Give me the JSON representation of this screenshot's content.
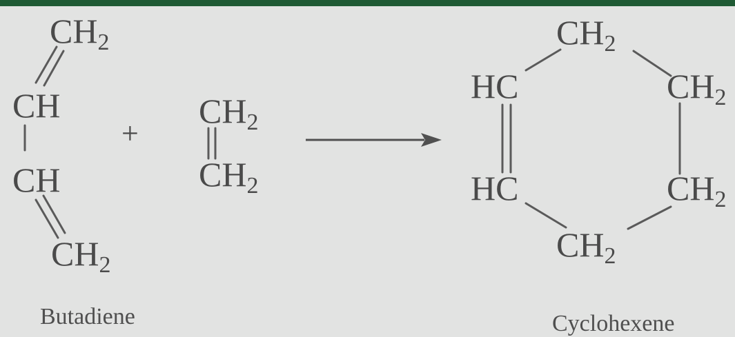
{
  "reaction": {
    "operator": "+",
    "reactant_1": {
      "atoms": [
        "CH",
        "CH",
        "CH",
        "CH"
      ],
      "subscripts": [
        "2",
        "2"
      ],
      "caption": "Butadiene"
    },
    "reactant_2": {
      "atoms": [
        "CH",
        "CH"
      ],
      "subscripts": [
        "2",
        "2"
      ]
    },
    "product": {
      "atoms": [
        "CH",
        "HC",
        "CH",
        "HC",
        "CH",
        "CH"
      ],
      "subscripts": [
        "2",
        "2",
        "2",
        "2"
      ],
      "caption": "Cyclohexene"
    }
  },
  "colors": {
    "background": "#e2e3e2",
    "top_band": "#1f5a34",
    "ink": "#4a4a4a"
  }
}
